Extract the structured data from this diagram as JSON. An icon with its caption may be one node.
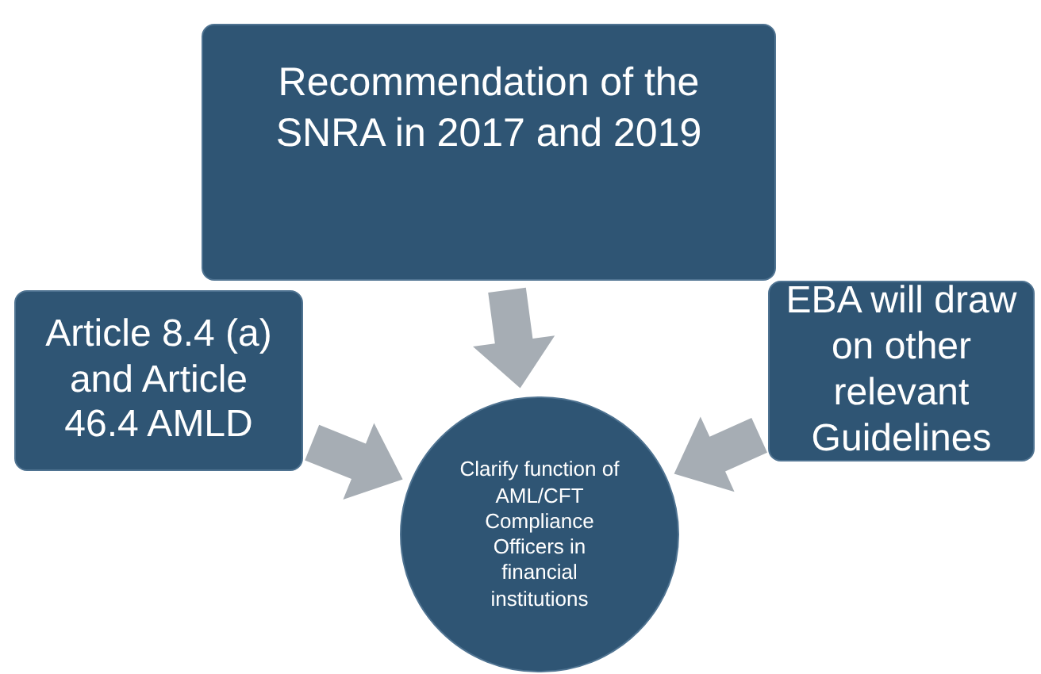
{
  "diagram": {
    "nodes": [
      {
        "text": [
          "Recommendation of the SNRA in 2017 and 2019"
        ]
      },
      {
        "text": [
          "Article 8.4 (a) and Article 46.4 AMLD"
        ]
      },
      {
        "text": [
          "EBA will draw on other relevant Guidelines"
        ]
      },
      {
        "text": [
          "Clarify function of AML/CFT Compliance Officers in financial institutions"
        ]
      }
    ],
    "edges": [
      {
        "from": 0,
        "to": 3,
        "arrow": "to",
        "style": "thick"
      },
      {
        "from": 1,
        "to": 3,
        "arrow": "to",
        "style": "thick"
      },
      {
        "from": 2,
        "to": 3,
        "arrow": "to",
        "style": "thick"
      }
    ]
  }
}
